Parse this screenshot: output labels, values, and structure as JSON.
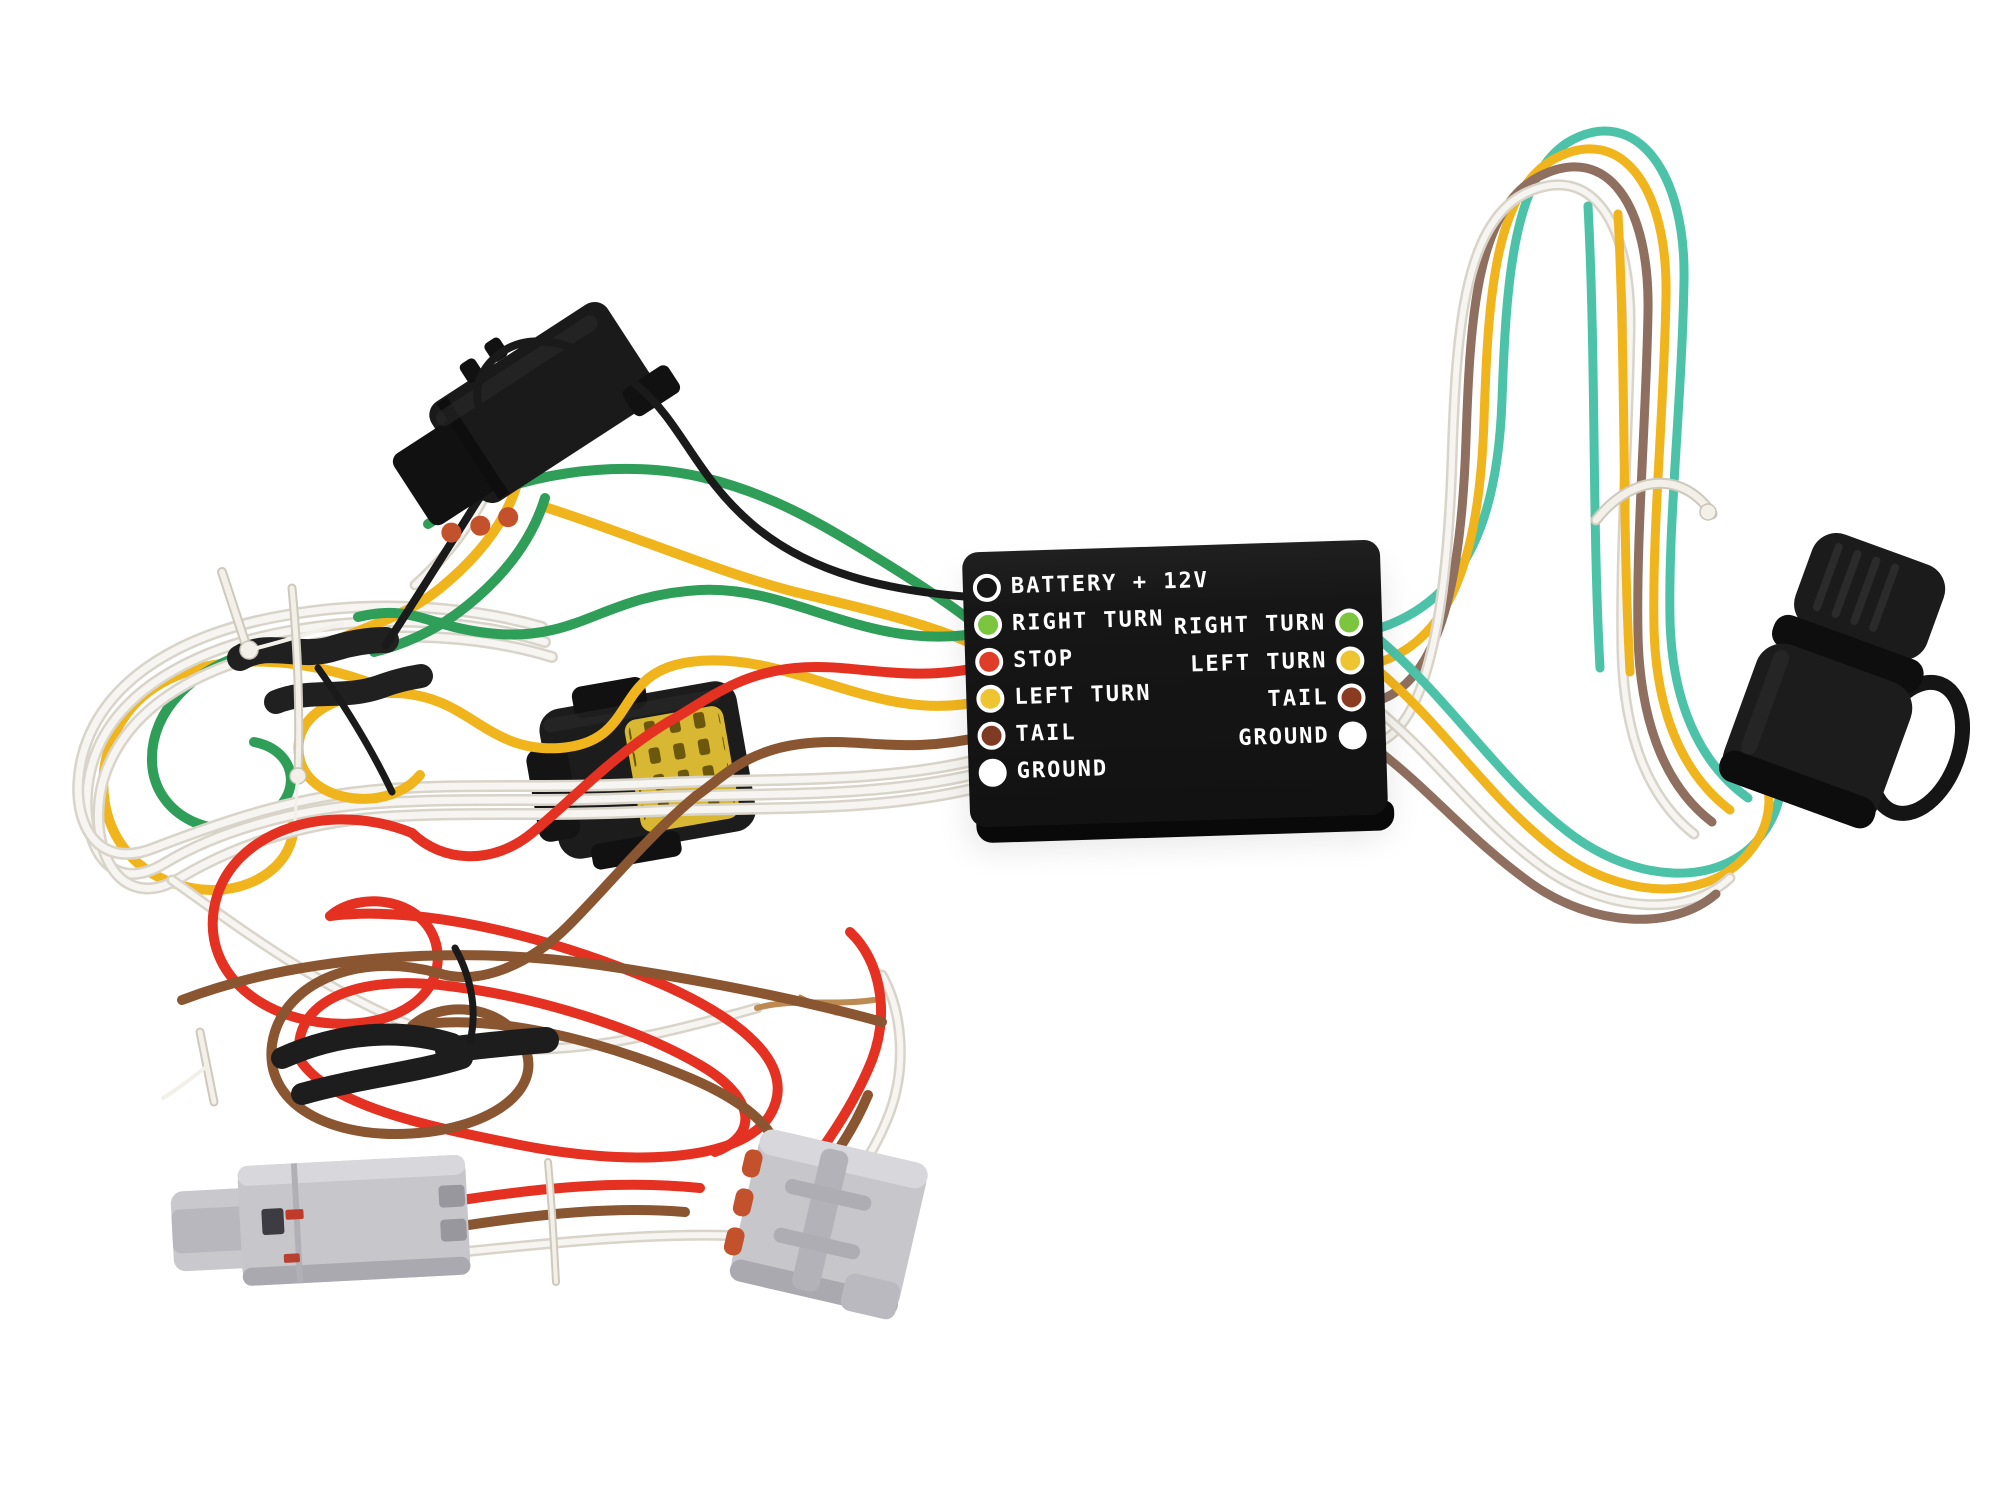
{
  "scene": {
    "type": "product-photo",
    "description": "Trailer tow light wiring harness kit on a white background: black 4-way converter box with labeled indicator dots, vehicle-side molded connectors, gray quick-connect plugs, coiled bonded 4-wire cable and an in-line fuse holder",
    "background_color": "#ffffff"
  },
  "converter_box": {
    "body_color": "#161616",
    "side_color": "#0a0a0a",
    "text_color": "#ffffff",
    "left_indicators": [
      {
        "label": "BATTERY + 12V",
        "led": "open",
        "color": "#161616"
      },
      {
        "label": "RIGHT TURN",
        "led": "green",
        "color": "#7cc63f"
      },
      {
        "label": "STOP",
        "led": "red",
        "color": "#e03c2a"
      },
      {
        "label": "LEFT TURN",
        "led": "yellow",
        "color": "#efc431"
      },
      {
        "label": "TAIL",
        "led": "brown",
        "color": "#7e3a24"
      },
      {
        "label": "GROUND",
        "led": "white",
        "color": "#ffffff"
      }
    ],
    "right_indicators": [
      {
        "label": "RIGHT TURN",
        "led": "green",
        "color": "#7cc63f"
      },
      {
        "label": "LEFT TURN",
        "led": "yellow",
        "color": "#efc431"
      },
      {
        "label": "TAIL",
        "led": "brown",
        "color": "#8a3c22"
      },
      {
        "label": "GROUND",
        "led": "white",
        "color": "#ffffff"
      }
    ]
  },
  "wires": {
    "colors": {
      "yellow": "#f0b41c",
      "green": "#2f9e59",
      "teal": "#4cc3a8",
      "red": "#e43122",
      "brown": "#8a5531",
      "brown_muted": "#8f6f5f",
      "white_core": "#f7f5f1",
      "white_edge": "#d9d4c9",
      "black": "#1a1a1a",
      "copper": "#bd8a52"
    }
  },
  "palette": {
    "connector_black": "#1a1a1a",
    "connector_black_dark": "#111111",
    "connector_gray": "#c6c6cb",
    "connector_gray_light": "#d8d8dc",
    "connector_gray_dark": "#a9a9af",
    "seal_orange": "#c3512c",
    "terminal_yellow": "#d8b733",
    "slot_dark": "#6b570e",
    "zip_tie": "#f3f0e9"
  },
  "components": [
    "converter-box",
    "vehicle-connector-top-left",
    "socket-connector-center",
    "gray-plug-bottom-left",
    "gray-plug-bottom-center",
    "inline-fuse-holder",
    "heat-shrink-splices",
    "zip-ties",
    "coiled-4-wire-bundle",
    "stripped-wire-end"
  ]
}
